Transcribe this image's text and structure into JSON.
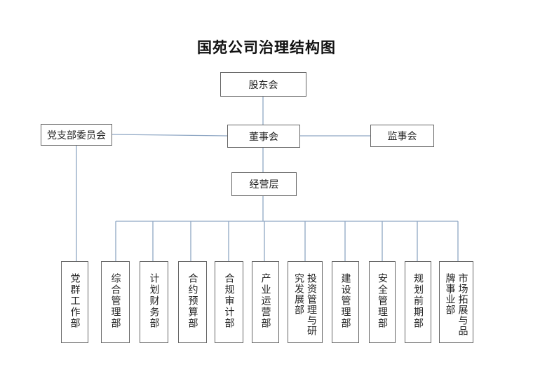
{
  "title": "国苑公司治理结构图",
  "nodes": {
    "shareholders": "股东会",
    "board": "董事会",
    "party": "党支部委员会",
    "supervisors": "监事会",
    "management": "经营层"
  },
  "departments": [
    "党群工作部",
    "综合管理部",
    "计划财务部",
    "合约预算部",
    "合规审计部",
    "产业运营部",
    "投资管理与研究发展部",
    "建设管理部",
    "安全管理部",
    "规划前期部",
    "市场拓展与品牌事业部"
  ]
}
